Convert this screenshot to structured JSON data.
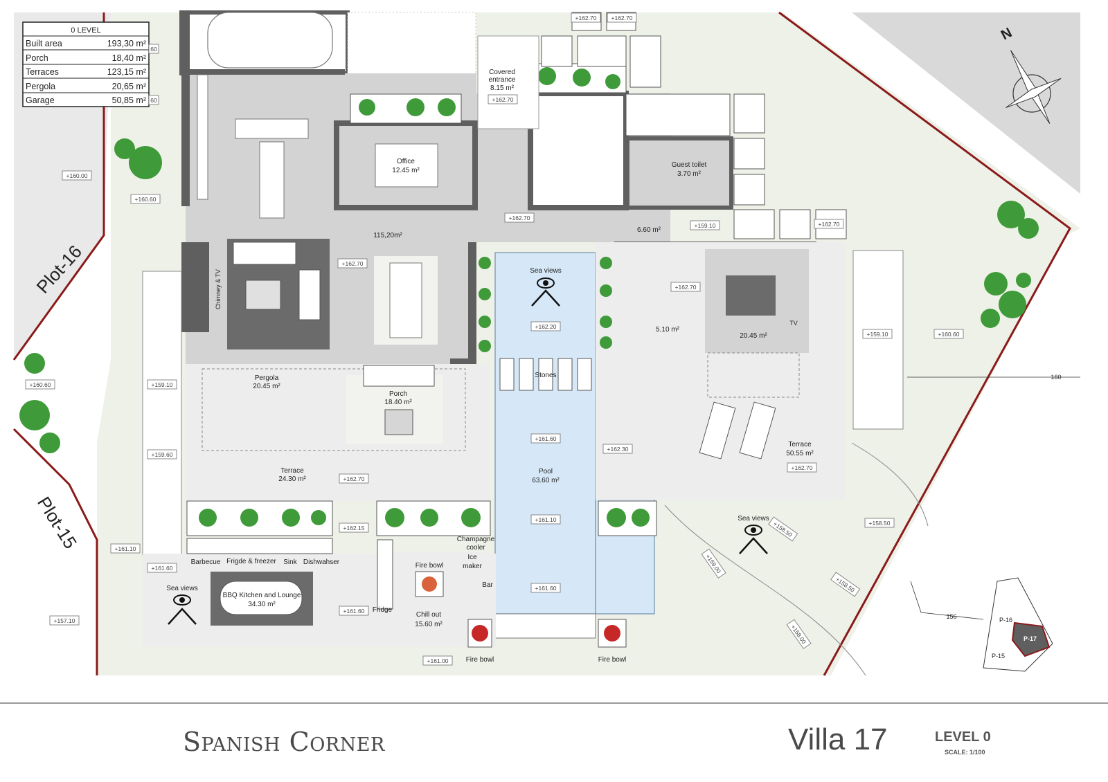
{
  "area_table": {
    "title": "0 LEVEL",
    "rows": [
      {
        "label": "Built area",
        "value": "193,30 m²"
      },
      {
        "label": "Porch",
        "value": "18,40 m²"
      },
      {
        "label": "Terraces",
        "value": "123,15 m²"
      },
      {
        "label": "Pergola",
        "value": "20,65 m²"
      },
      {
        "label": "Garage",
        "value": "50,85 m²"
      }
    ]
  },
  "plots": {
    "plot16": "Plot-16",
    "plot15": "Plot-15"
  },
  "compass": {
    "north": "N"
  },
  "rooms": {
    "office_name": "Office",
    "office_area": "12.45 m²",
    "living_area": "115,20m²",
    "covered_name": "Covered",
    "covered_name2": "entrance",
    "covered_area": "8.15 m²",
    "guest_toilet_name": "Guest toilet",
    "guest_toilet_area": "3.70 m²",
    "hall_area": "6.60 m²",
    "bath_area": "5.10 m²",
    "bedroom_area": "20.45 m²",
    "tv": "TV",
    "chimney": "Chimney & TV",
    "sea_views_pool": "Sea views",
    "stones": "Stones",
    "pergola_name": "Pergola",
    "pergola_area": "20.45 m²",
    "porch_name": "Porch",
    "porch_area": "18.40 m²",
    "terrace_left_name": "Terrace",
    "terrace_left_area": "24.30 m²",
    "pool_name": "Pool",
    "pool_area": "63.60 m²",
    "terrace_right_name": "Terrace",
    "terrace_right_area": "50.55 m²",
    "sea_views_right": "Sea views",
    "sea_views_bbq": "Sea views",
    "barbecue": "Barbecue",
    "fridge_freezer": "Frigde & freezer",
    "sink": "Sink",
    "dishwasher": "Dishwahser",
    "bbq_name": "BBQ Kitchen and Lounge",
    "bbq_area": "34.30 m²",
    "fire_bowl_center": "Fire bowl",
    "champagne": "Champagne",
    "cooler": "cooler",
    "ice": "Ice",
    "maker": "maker",
    "bar": "Bar",
    "fridge": "Fridge",
    "chillout_name": "Chill out",
    "chillout_area": "15.60 m²",
    "fire_bowl_left": "Fire bowl",
    "fire_bowl_right": "Fire bowl"
  },
  "elevations": {
    "e1": "+162.70",
    "e2": "+162.70",
    "e3": "+162.70",
    "e4": "+160.00",
    "e5": "+160.60",
    "e6": "+162.70",
    "e7": "+162.70",
    "e8": "+159.10",
    "e9": "+162.70",
    "e10": "+162.70",
    "e11": "+162.20",
    "e12": "+160.60",
    "e13": "+159.10",
    "e14": "+159.60",
    "e15": "+161.60",
    "e16": "+162.30",
    "e17": "+162.70",
    "e18": "+159.10",
    "e19": "+160.60",
    "e20": "+162.70",
    "e21": "+162.15",
    "e22": "+161.10",
    "e23": "+158.50",
    "e24": "+158.50",
    "e25": "+161.10",
    "e26": "+161.60",
    "e27": "+159.00",
    "e28": "+158.50",
    "e29": "+161.60",
    "e30": "+161.60",
    "e31": "+157.10",
    "e32": "+158.00",
    "e33": "+161.00",
    "e34": "60",
    "e35": "60"
  },
  "contours": {
    "c160": "160",
    "c156": "156"
  },
  "keymap": {
    "p16": "P-16",
    "p17": "P-17",
    "p15": "P-15"
  },
  "footer": {
    "brand": "Spanish Corner",
    "villa": "Villa 17",
    "level": "LEVEL 0",
    "scale": "SCALE: 1/100"
  },
  "colors": {
    "wall": "#5f5f5f",
    "pool": "#d6e8f7",
    "site": "#eef1e8",
    "boundary": "#8b1a1a",
    "interior": "#d3d3d3"
  }
}
